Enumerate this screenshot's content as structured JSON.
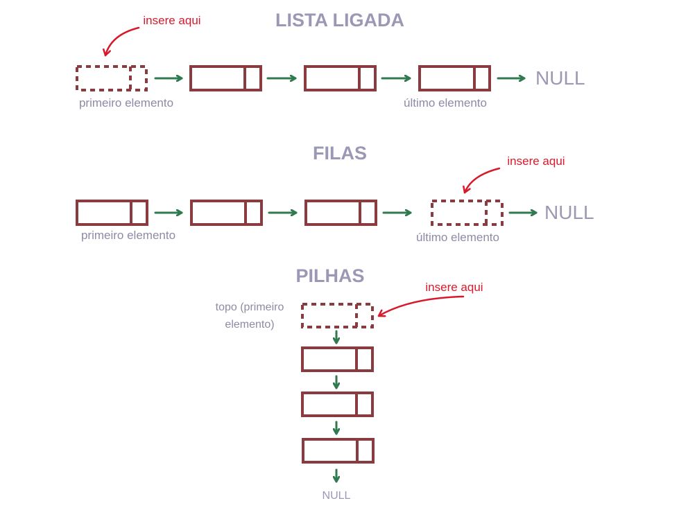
{
  "colors": {
    "node_stroke": "#8a3b3f",
    "arrow": "#2f7a4e",
    "insert": "#d7192b",
    "title": "#9b98b5",
    "caption": "#8e8aa6"
  },
  "icons": [
    "arrow-right-icon",
    "arrow-down-icon",
    "curved-arrow-icon"
  ],
  "linked_list": {
    "title": "LISTA LIGADA",
    "insert_label": "insere aqui",
    "first_label": "primeiro elemento",
    "last_label": "último elemento",
    "null_label": "NULL"
  },
  "queue": {
    "title": "FILAS",
    "insert_label": "insere aqui",
    "first_label": "primeiro elemento",
    "last_label": "último elemento",
    "null_label": "NULL"
  },
  "stack": {
    "title": "PILHAS",
    "insert_label": "insere aqui",
    "top_label_line1": "topo (primeiro",
    "top_label_line2": "elemento)",
    "null_label": "NULL"
  }
}
